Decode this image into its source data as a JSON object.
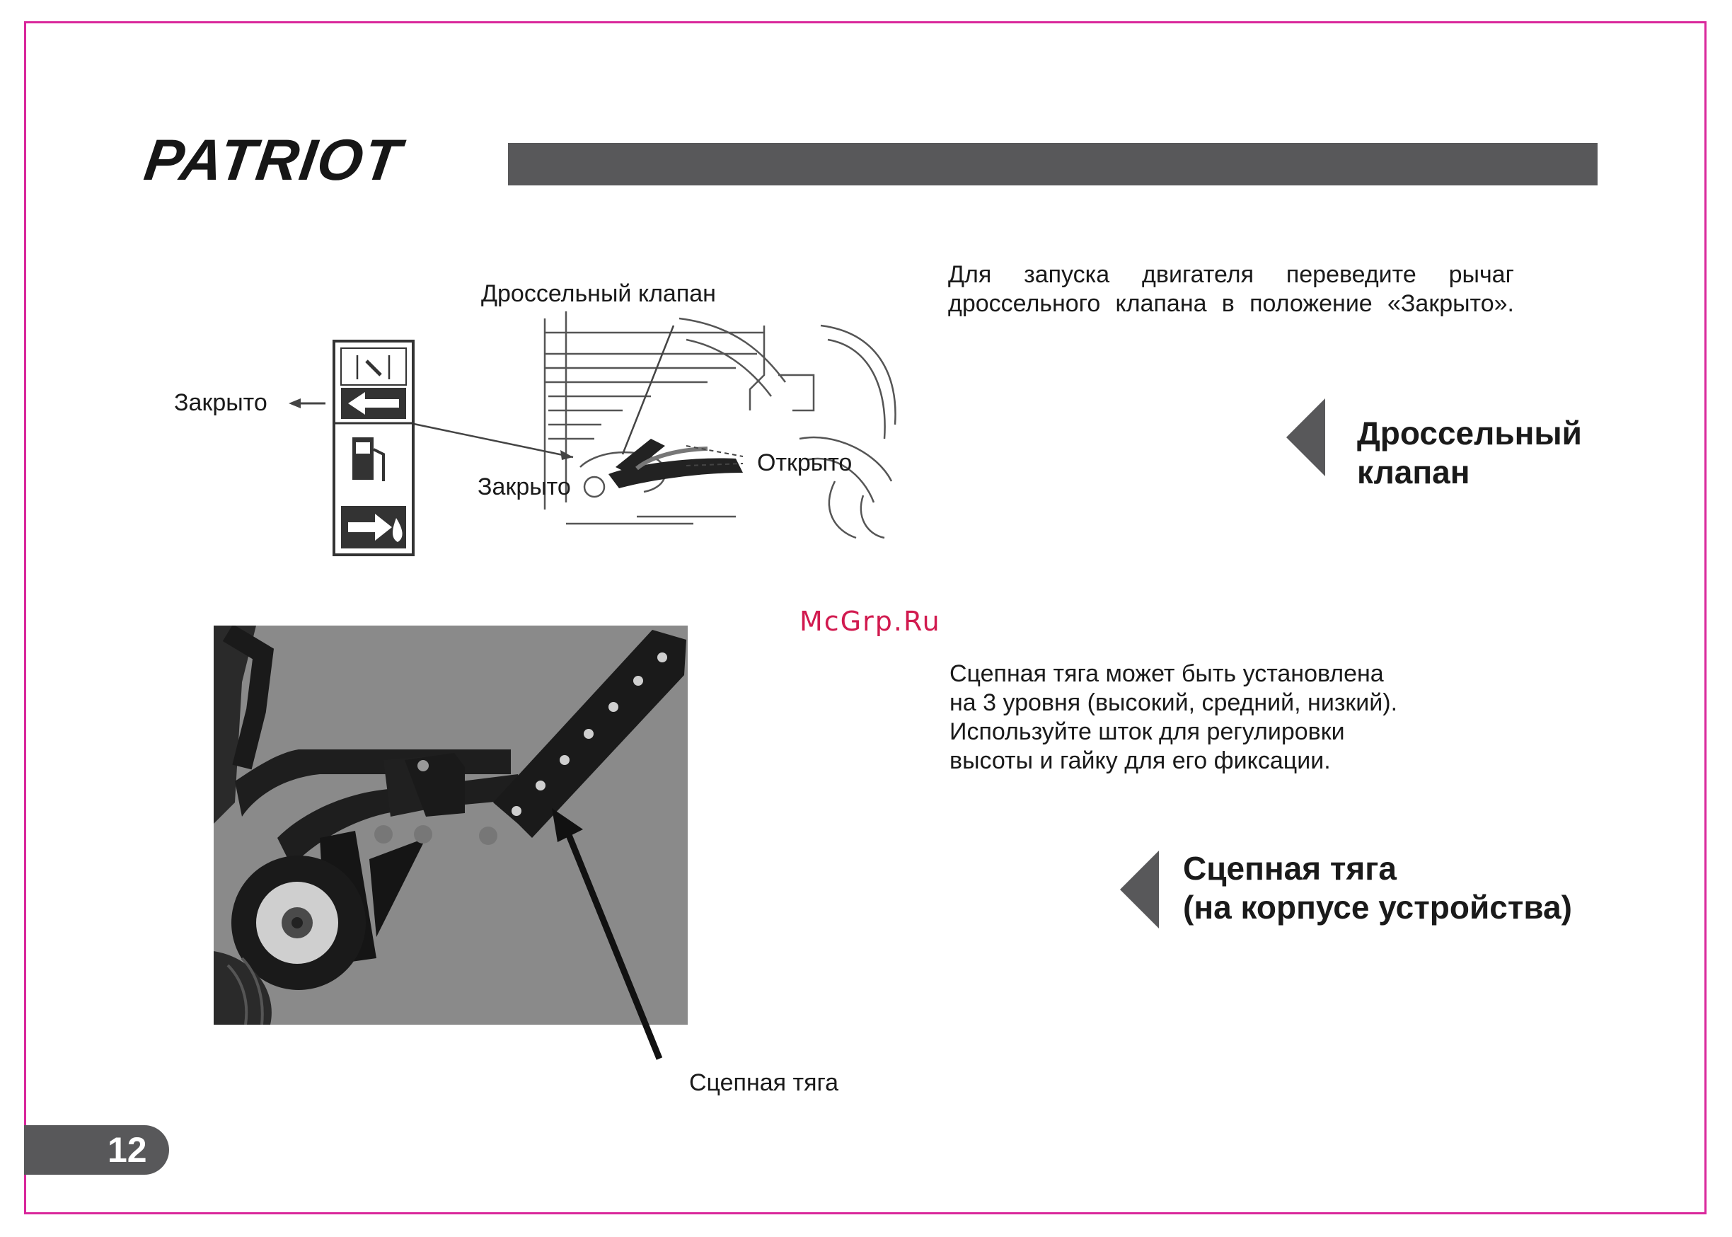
{
  "brand": {
    "logo_text": "PATRIOT"
  },
  "colors": {
    "accent_bar": "#58585a",
    "page_border": "#d9279b",
    "watermark": "#d11a4f"
  },
  "section1": {
    "diagram_labels": {
      "throttle": "Дроссельный клапан",
      "closed_left": "Закрыто",
      "closed_bottom": "Закрыто",
      "open": "Открыто"
    },
    "body_lines": [
      "Для запуска двигателя переведите рычаг",
      "дроссельного клапана в положение «Закрыто»."
    ],
    "title_lines": [
      "Дроссельный",
      "клапан"
    ]
  },
  "watermark": "McGrp.Ru",
  "section2": {
    "body_lines": [
      "Сцепная тяга может быть установлена",
      "на 3 уровня (высокий, средний, низкий).",
      "Используйте шток для регулировки",
      "высоты и гайку для его фиксации."
    ],
    "title_lines": [
      "Сцепная тяга",
      "(на корпусе устройства)"
    ],
    "photo_caption": "Сцепная тяга"
  },
  "footer": {
    "page_number": "12"
  }
}
